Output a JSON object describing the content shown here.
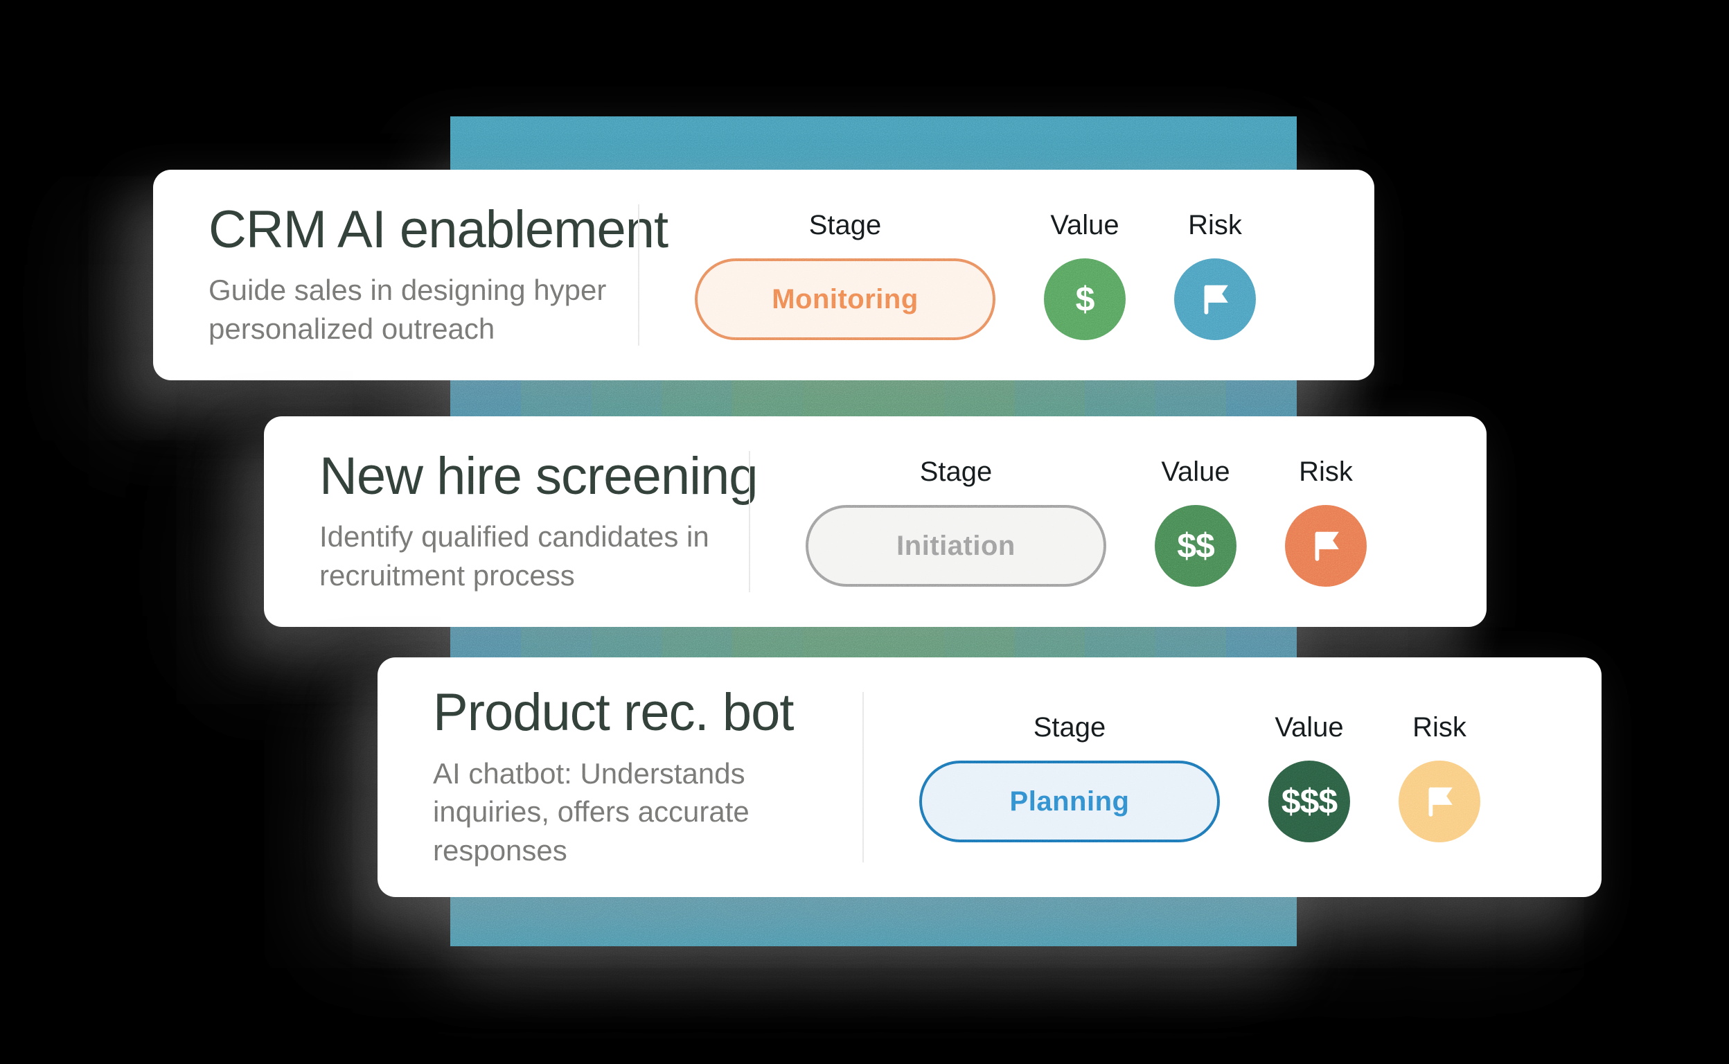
{
  "canvas": {
    "background": "#000000"
  },
  "band": {
    "color": "#4699b4",
    "stripe_colors": [
      "#3e8eb0",
      "#45949f",
      "#479792",
      "#4c9a82",
      "#529c74",
      "#549d6f",
      "#549d6f",
      "#529c74",
      "#4c9a82",
      "#479792",
      "#45949f",
      "#3e8eb0"
    ]
  },
  "columns": {
    "stage": "Stage",
    "value": "Value",
    "risk": "Risk"
  },
  "cards": [
    {
      "title": "CRM AI enablement",
      "description": "Guide sales in designing hyper personalized outreach",
      "stage": {
        "label": "Monitoring",
        "border_color": "#e8895b",
        "bg_color": "#fdf2e9",
        "text_color": "#ee8450"
      },
      "value": {
        "symbol": "$",
        "circle_color": "#55a05c"
      },
      "risk": {
        "icon": "flag-icon",
        "circle_color": "#4b9dbd"
      }
    },
    {
      "title": "New hire screening",
      "description": "Identify qualified candidates in recruitment process",
      "stage": {
        "label": "Initiation",
        "border_color": "#9c9c9c",
        "bg_color": "#f3f3f2",
        "text_color": "#9a9a9a"
      },
      "value": {
        "symbol": "$$",
        "circle_color": "#478452"
      },
      "risk": {
        "icon": "flag-icon",
        "circle_color": "#e8764f"
      }
    },
    {
      "title": "Product rec. bot",
      "description": "AI chatbot: Understands inquiries, offers accurate responses",
      "stage": {
        "label": "Planning",
        "border_color": "#1d72b3",
        "bg_color": "#e7f0f9",
        "text_color": "#2f87cb"
      },
      "value": {
        "symbol": "$$$",
        "circle_color": "#2b5b41"
      },
      "risk": {
        "icon": "flag-icon",
        "circle_color": "#f9ca7d"
      }
    }
  ]
}
